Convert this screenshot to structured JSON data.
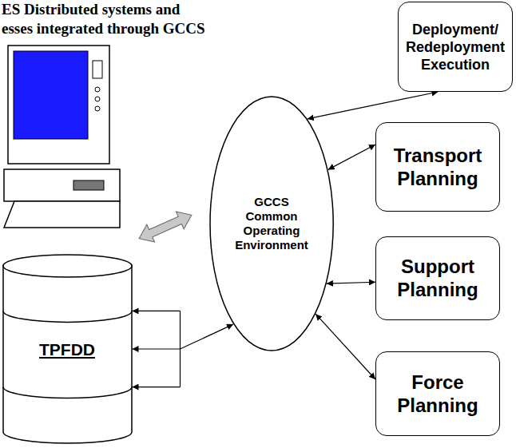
{
  "diagram": {
    "title": "ES Distributed systems and esses integrated through GCCS",
    "nodes": [
      {
        "text": [
          "Deployment/ Redeployment Execution"
        ]
      },
      {
        "text": [
          "Transport Planning"
        ]
      },
      {
        "text": [
          "GCCS Common Operating Environment"
        ]
      },
      {
        "text": [
          "Support Planning"
        ]
      },
      {
        "text": [
          "Force Planning"
        ]
      },
      {
        "text": [
          "TPFDD"
        ]
      }
    ],
    "edges": [
      {
        "from": 2,
        "to": 0,
        "arrow": "both"
      },
      {
        "from": 2,
        "to": 1,
        "arrow": "both"
      },
      {
        "from": 2,
        "to": 3,
        "arrow": "both"
      },
      {
        "from": 2,
        "to": 4,
        "arrow": "both"
      },
      {
        "from": 2,
        "to": 5,
        "arrow": "both"
      }
    ]
  }
}
